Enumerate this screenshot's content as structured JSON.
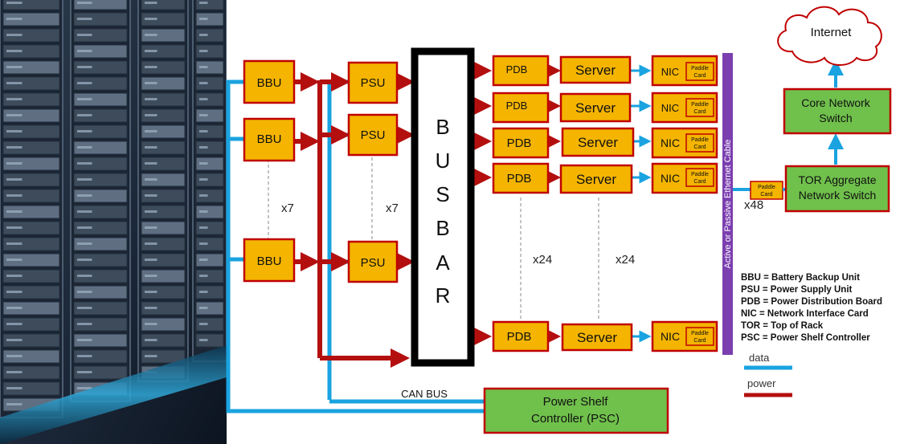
{
  "labels": {
    "bbu": "BBU",
    "psu": "PSU",
    "pdb": "PDB",
    "server": "Server",
    "nic": "NIC",
    "paddle_line1": "Paddle",
    "paddle_line2": "Card",
    "busbar": [
      "B",
      "U",
      "S",
      "B",
      "A",
      "R"
    ],
    "internet": "Internet",
    "core_switch_line1": "Core Network",
    "core_switch_line2": "Switch",
    "tor_line1": "TOR Aggregate",
    "tor_line2": "Network Switch",
    "psc_line1": "Power Shelf",
    "psc_line2": "Controller (PSC)",
    "ethernet_cable": "Active or Passive Ethernet Cable",
    "can_bus": "CAN BUS"
  },
  "multipliers": {
    "bbu": "x7",
    "psu": "x7",
    "pdb": "x24",
    "server": "x24",
    "tor_links": "x48"
  },
  "legend": {
    "abbreviations": [
      "BBU = Battery Backup Unit",
      "PSU = Power Supply Unit",
      "PDB = Power Distribution Board",
      "NIC = Network Interface Card",
      "TOR = Top of Rack",
      "PSC = Power Shelf Controller"
    ],
    "data_label": "data",
    "power_label": "power"
  },
  "colors": {
    "data": "#1aa3e0",
    "power": "#b40f0f",
    "component": "#f4b400",
    "switch": "#70c04c",
    "cable": "#7b3fb0"
  }
}
